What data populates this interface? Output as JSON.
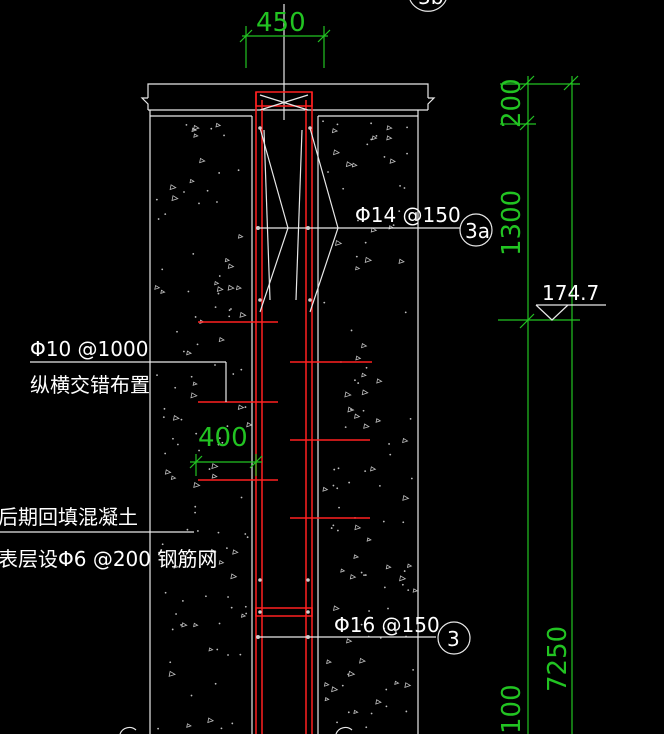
{
  "colors": {
    "background": "#000000",
    "dimension": "#22c322",
    "linework": "#e8e8e8",
    "rebar": "#ff2020"
  },
  "labels": {
    "top_width": "450",
    "top_circle_partial": "3b",
    "dim_200": "200",
    "dim_1300": "1300",
    "dim_7250": "7250",
    "dim_bottom_partial": "100",
    "elevation": "174.7",
    "rebar_14": "Φ14 @150",
    "callout_3a": "3a",
    "rebar_10": "Φ10 @1000",
    "rebar_10_note": "纵横交错布置",
    "dim_400": "400",
    "backfill": "后期回填混凝土",
    "mesh_note": "表层设Φ6 @200 钢筋网",
    "rebar_16": "Φ16 @150",
    "callout_3": "3"
  }
}
